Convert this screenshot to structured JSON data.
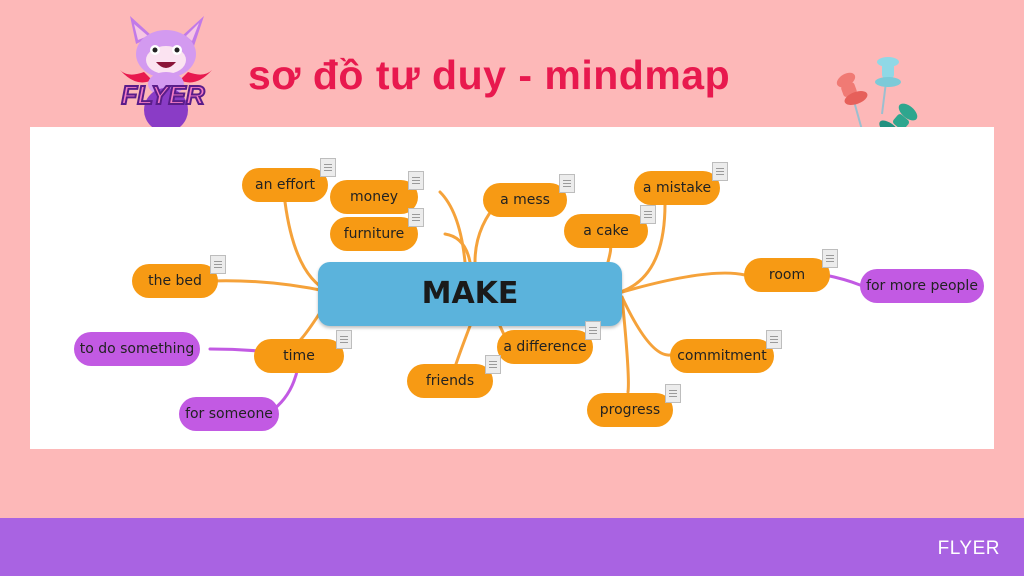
{
  "header": {
    "title": "sơ đồ tư duy - mindmap",
    "logo_text": "FLYER"
  },
  "mindmap": {
    "central": "MAKE",
    "nodes": [
      {
        "id": "an-effort",
        "label": "an effort"
      },
      {
        "id": "money",
        "label": "money"
      },
      {
        "id": "furniture",
        "label": "furniture"
      },
      {
        "id": "a-mess",
        "label": "a mess"
      },
      {
        "id": "a-cake",
        "label": "a cake"
      },
      {
        "id": "a-mistake",
        "label": "a mistake"
      },
      {
        "id": "the-bed",
        "label": "the bed"
      },
      {
        "id": "room",
        "label": "room"
      },
      {
        "id": "for-more-people",
        "label": "for more people"
      },
      {
        "id": "time",
        "label": "time"
      },
      {
        "id": "to-do-something",
        "label": "to do something"
      },
      {
        "id": "for-someone",
        "label": "for someone"
      },
      {
        "id": "a-difference",
        "label": "a difference"
      },
      {
        "id": "friends",
        "label": "friends"
      },
      {
        "id": "commitment",
        "label": "commitment"
      },
      {
        "id": "progress",
        "label": "progress"
      }
    ]
  },
  "footer": {
    "brand": "FLYER"
  },
  "colors": {
    "background": "#fdb8b8",
    "title": "#e8194e",
    "central": "#5bb3dc",
    "primary_node": "#f79a14",
    "secondary_node": "#c25ae3",
    "footer": "#a963e2"
  }
}
